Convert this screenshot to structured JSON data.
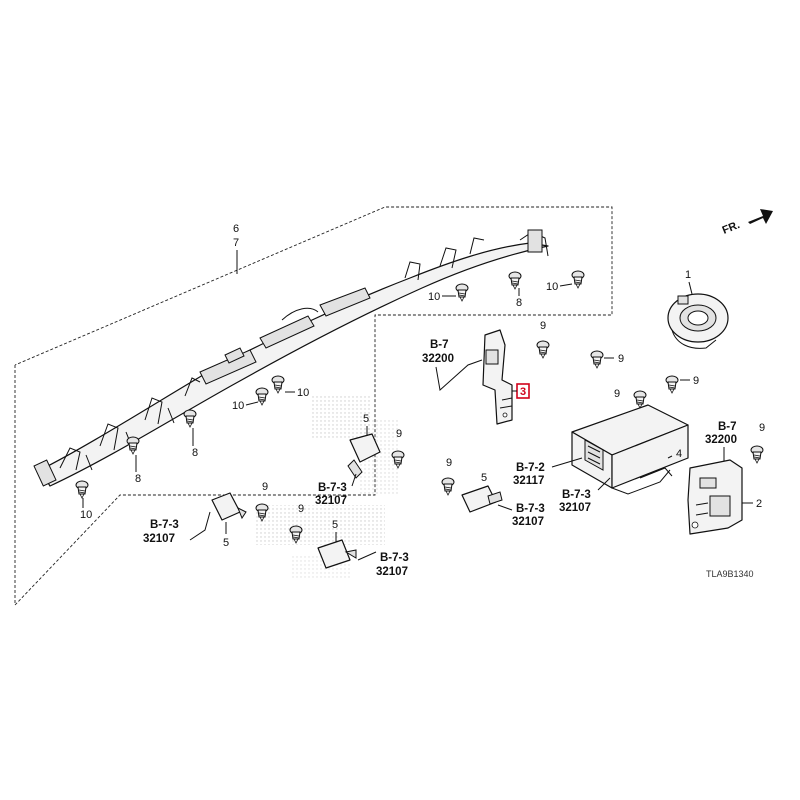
{
  "direction": {
    "label": "FR."
  },
  "diagram_code": "TLA9B1340",
  "callouts": {
    "p1": "1",
    "p2": "2",
    "p3": "3",
    "p4": "4",
    "p5a": "5",
    "p5b": "5",
    "p5c": "5",
    "p5d": "5",
    "p6": "6",
    "p7": "7",
    "p8a": "8",
    "p8b": "8",
    "p8c": "8",
    "p9a": "9",
    "p9b": "9",
    "p9c": "9",
    "p9d": "9",
    "p9e": "9",
    "p9f": "9",
    "p9g": "9",
    "p9h": "9",
    "p9i": "9",
    "p10a": "10",
    "p10b": "10",
    "p10c": "10",
    "p10d": "10",
    "p10e": "10"
  },
  "references": [
    {
      "section": "B-7",
      "part": "32200"
    },
    {
      "section": "B-7",
      "part": "32200"
    },
    {
      "section": "B-7-2",
      "part": "32117"
    },
    {
      "section": "B-7-3",
      "part": "32107"
    },
    {
      "section": "B-7-3",
      "part": "32107"
    },
    {
      "section": "B-7-3",
      "part": "32107"
    },
    {
      "section": "B-7-3",
      "part": "32107"
    },
    {
      "section": "B-7-3",
      "part": "32107"
    }
  ],
  "highlight": {
    "part": "3",
    "color": "#d0021b"
  }
}
